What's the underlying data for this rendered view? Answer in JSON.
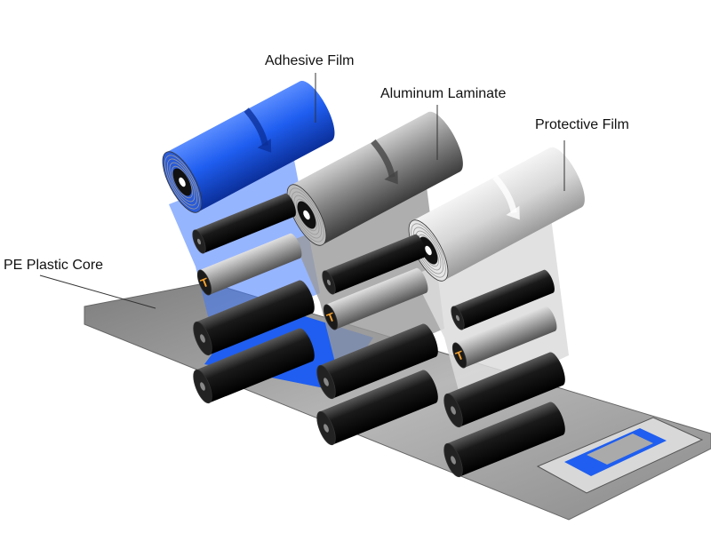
{
  "labels": {
    "adhesive_film": "Adhesive Film",
    "aluminum_laminate": "Aluminum Laminate",
    "protective_film": "Protective Film",
    "pe_plastic_core": "PE Plastic Core"
  },
  "tension_marker": "T",
  "colors": {
    "adhesive": "#1f5ef0",
    "aluminum": "#8a8a8a",
    "protective": "#d6d6d6",
    "roller": "#1a1a1a",
    "tension": "#f2a030",
    "sheet": "#9a9a9a"
  }
}
